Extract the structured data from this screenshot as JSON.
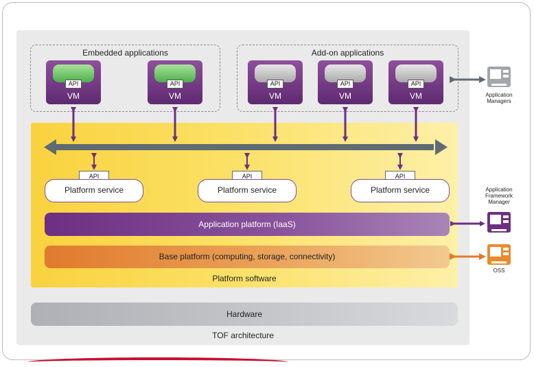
{
  "groups": {
    "embedded": "Embedded applications",
    "addon": "Add-on applications"
  },
  "vms": [
    {
      "api": "API",
      "vm": "VM",
      "style": "green"
    },
    {
      "api": "API",
      "vm": "VM",
      "style": "green"
    },
    {
      "api": "API",
      "vm": "VM",
      "style": "gray"
    },
    {
      "api": "API",
      "vm": "VM",
      "style": "gray"
    },
    {
      "api": "API",
      "vm": "VM",
      "style": "gray"
    }
  ],
  "platform_services": [
    {
      "api": "API",
      "label": "Platform service"
    },
    {
      "api": "API",
      "label": "Platform service"
    },
    {
      "api": "API",
      "label": "Platform service"
    }
  ],
  "layers": {
    "app_platform": "Application platform (IaaS)",
    "base_platform": "Base platform (computing, storage, connectivity)",
    "platform_software": "Platform software",
    "hardware": "Hardware",
    "tof": "TOF architecture"
  },
  "managers": {
    "app_managers": "Application Managers",
    "afm_line1": "Application",
    "afm_line2": "Framework",
    "afm_line3": "Manager",
    "oss": "OSS"
  },
  "colors": {
    "purple": "#6d2f82",
    "orange": "#e07a2c",
    "bus": "#5f6b73",
    "yellow": "#f9d23e"
  }
}
